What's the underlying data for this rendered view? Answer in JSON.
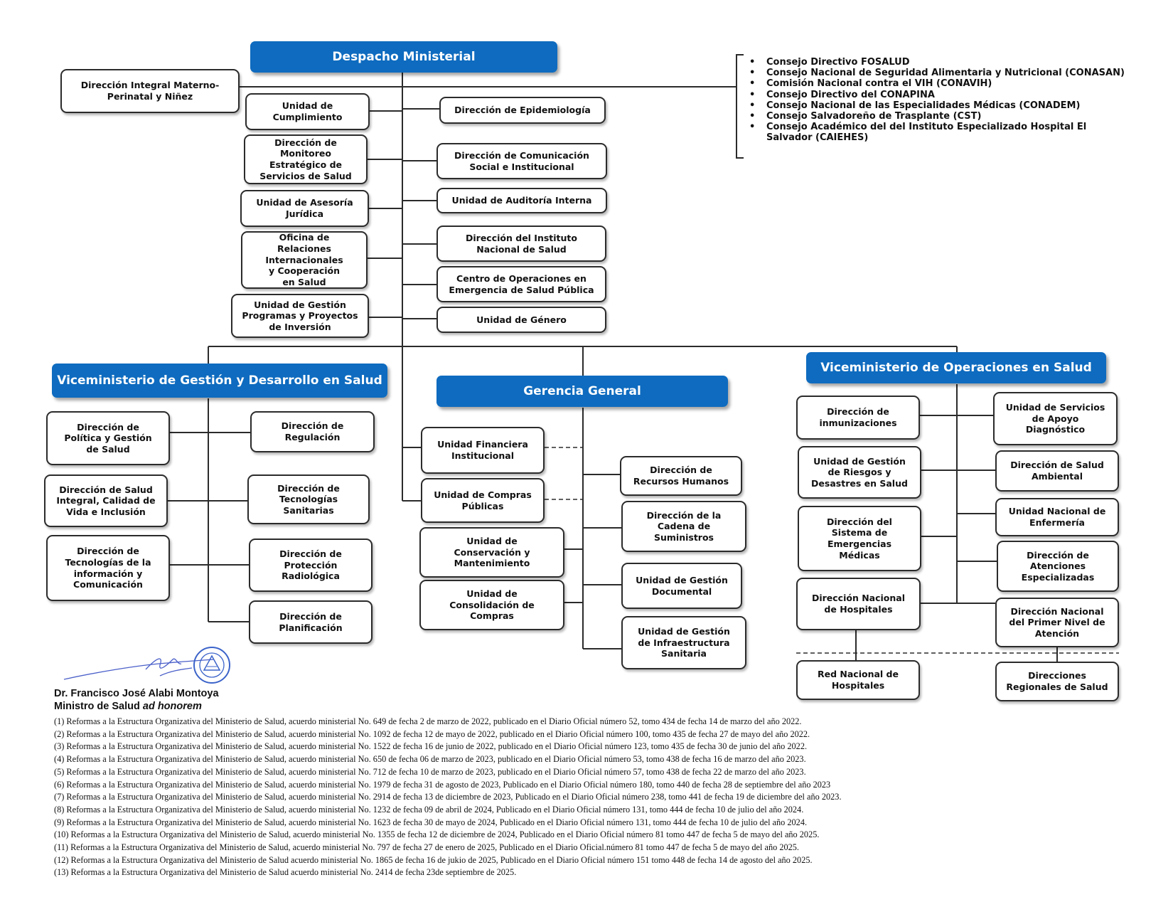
{
  "headers": {
    "despacho": "Despacho Ministerial",
    "vice_gestion": "Viceministerio de Gestión y Desarrollo en Salud",
    "gerencia": "Gerencia General",
    "vice_operaciones": "Viceministerio de Operaciones en Salud"
  },
  "councils": [
    "Consejo Directivo FOSALUD",
    "Consejo Nacional de Seguridad Alimentaria y Nutricional (CONASAN)",
    "Comisión Nacional contra el VIH (CONAVIH)",
    "Consejo Directivo del CONAPINA",
    "Consejo Nacional de las Especialidades Médicas (CONADEM)",
    "Consejo Salvadoreño de Trasplante (CST)",
    "Consejo Académico del del Instituto Especializado Hospital El Salvador (CAIEHES)"
  ],
  "despacho_units": {
    "materno": "Dirección Integral Materno-\nPerinatal y Niñez",
    "cumplimiento": "Unidad de\nCumplimiento",
    "monitoreo": "Dirección de\nMonitoreo\nEstratégico de\nServicios de Salud",
    "asesoria": "Unidad de Asesoría\nJurídica",
    "oficina": "Oficina de\nRelaciones\nInternacionales\ny Cooperación\nen Salud",
    "programas": "Unidad de Gestión\nProgramas y Proyectos\nde Inversión",
    "epidemiologia": "Dirección de Epidemiología",
    "comunicacion": "Dirección de Comunicación\nSocial e  Institucional",
    "auditoria": "Unidad de Auditoría Interna",
    "ins": "Dirección del Instituto\nNacional de Salud",
    "centro": "Centro de Operaciones en\nEmergencia de Salud Pública",
    "genero": "Unidad de Género"
  },
  "vice_gestion_units": {
    "politica": "Dirección de\nPolítica y Gestión\nde Salud",
    "integral": "Dirección de Salud\nIntegral, Calidad de\nVida e Inclusión",
    "tic": "Dirección de\nTecnologías de la\ninformación y\nComunicación",
    "regulacion": "Dirección de\nRegulación",
    "tecnologias": "Dirección de\nTecnologías\nSanitarias",
    "proteccion": "Dirección de\nProtección\nRadiológica",
    "planificacion": "Dirección de\nPlanificación"
  },
  "gerencia_units": {
    "financiera": "Unidad Financiera\nInstitucional",
    "compras": "Unidad de Compras\nPúblicas",
    "conservacion": "Unidad de\nConservación y\nMantenimiento",
    "consolidacion": "Unidad de\nConsolidación de\nCompras",
    "rrhh": "Dirección de\nRecursos Humanos",
    "cadena": "Dirección de la\nCadena de\nSuministros",
    "documental": "Unidad de Gestión\nDocumental",
    "infraestructura": "Unidad de Gestión\nde Infraestructura\nSanitaria"
  },
  "vice_operaciones_units": {
    "inmunizaciones": "Dirección de\ninmunizaciones",
    "riesgos": "Unidad de Gestión\nde Riesgos y\nDesastres en Salud",
    "emergencias": "Dirección del\nSistema de\nEmergencias\nMédicas",
    "hospitales": "Dirección Nacional\nde Hospitales",
    "apoyo": "Unidad de Servicios\nde Apoyo\nDiagnóstico",
    "ambiental": "Dirección de Salud\nAmbiental",
    "enfermeria": "Unidad Nacional de\nEnfermería",
    "atenciones": "Dirección de\nAtenciones\nEspecializadas",
    "primer_nivel": "Dirección Nacional\ndel Primer Nivel de\nAtención",
    "red": "Red Nacional de\nHospitales",
    "regionales": "Direcciones\nRegionales de Salud"
  },
  "signature": {
    "name": "Dr. Francisco José Alabi Montoya",
    "title_plain": "Ministro de Salud ",
    "title_italic": "ad honorem"
  },
  "footnotes": [
    "(1) Reformas a la Estructura Organizativa del Ministerio de Salud, acuerdo ministerial No. 649 de fecha 2 de marzo de 2022, publicado en el Diario Oficial número 52, tomo 434 de fecha 14 de marzo del año 2022.",
    "(2) Reformas a la Estructura Organizativa del Ministerio de Salud, acuerdo ministerial No. 1092 de fecha 12 de mayo de 2022, publicado en el Diario Oficial número 100, tomo 435 de fecha 27 de mayo del año 2022.",
    "(3) Reformas a la Estructura Organizativa del Ministerio de Salud, acuerdo ministerial No. 1522 de fecha 16 de junio de 2022, publicado en el Diario Oficial número 123, tomo 435 de fecha 30 de junio del año 2022.",
    "(4) Reformas a la Estructura Organizativa del Ministerio de Salud, acuerdo ministerial No. 650 de fecha 06 de marzo de 2023, publicado en el Diario Oficial número 53, tomo 438 de fecha 16 de marzo del año 2023.",
    "(5) Reformas a la Estructura Organizativa del Ministerio de Salud, acuerdo ministerial No. 712 de fecha 10 de marzo de 2023, publicado en el Diario Oficial número 57, tomo 438 de fecha 22 de marzo del año 2023.",
    "(6) Reformas a la Estructura Organizativa del Ministerio de Salud, acuerdo ministerial No. 1979 de fecha 31 de agosto de 2023, Publicado en el Diario Oficial número 180, tomo 440 de fecha 28 de septiembre del año 2023",
    "(7) Reformas a la Estructura Organizativa del Ministerio de Salud, acuerdo ministerial No. 2914 de fecha 13 de diciembre de 2023, Publicado en el Diario Oficial número 238, tomo 441 de fecha 19 de diciembre del año 2023.",
    "(8) Reformas a la Estructura Organizativa del Ministerio de Salud, acuerdo ministerial No. 1232 de fecha 09 de abril de 2024, Publicado en el Diario Oficial número 131, tomo 444 de fecha 10 de julio del año 2024.",
    "(9) Reformas a la Estructura Organizativa del Ministerio de Salud, acuerdo ministerial No. 1623 de fecha 30 de mayo de 2024, Publicado en el Diario Oficial número 131, tomo 444 de fecha 10 de julio del año 2024.",
    "(10) Reformas a la Estructura Organizativa del Ministerio de Salud, acuerdo ministerial No. 1355 de fecha 12 de diciembre de 2024, Publicado en el Diario Oficial número 81 tomo 447 de fecha 5 de mayo del año 2025.",
    "(11) Reformas a la Estructura Organizativa del Ministerio de Salud, acuerdo ministerial No. 797 de fecha 27 de enero de 2025, Publicado en el Diario Oficial.número 81 tomo 447 de fecha 5 de mayo del año 2025.",
    "(12) Reformas a la Estructura Organizativa del Ministerio de Salud acuerdo ministerial No. 1865 de fecha  16 de jukio de 2025, Publicado en el Diario Oficial número 151 tomo 448 de fecha 14 de agosto del año 2025.",
    "(13) Reformas a la Estructura Organizativa del Ministerio de Salud acuerdo ministerial No. 2414 de fecha  23de septiembre de 2025."
  ]
}
